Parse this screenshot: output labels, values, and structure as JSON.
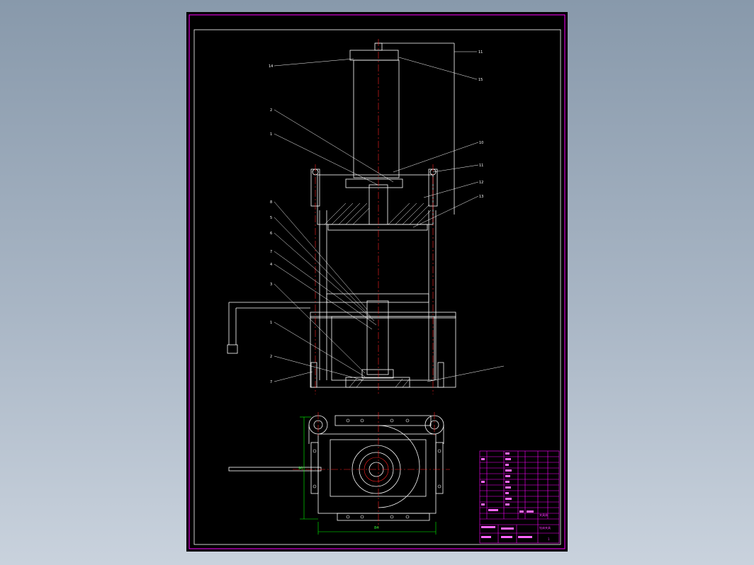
{
  "viewport": {
    "background": "#8fa0b3"
  },
  "drawing": {
    "background": "#000000",
    "frame_color": "#ff00ff",
    "line_color": "#ffffff",
    "centerline_color": "#ff0000",
    "dimension_color": "#00ff00",
    "balloons": {
      "b1": "14",
      "b2": "11",
      "b3": "15",
      "b4": "2",
      "b5": "1",
      "b6": "10",
      "b7": "11",
      "b8": "12",
      "b9": "13",
      "b10": "8",
      "b11": "5",
      "b12": "6",
      "b13": "7",
      "b14": "4",
      "b15": "3",
      "b16": "1",
      "b17": "2",
      "b18": "7"
    },
    "plan_dims": {
      "width": "84",
      "height": "90"
    }
  },
  "title_block": {
    "label_a": "夹具体",
    "label_b": "钻床夹具",
    "sheet_no": "1"
  }
}
